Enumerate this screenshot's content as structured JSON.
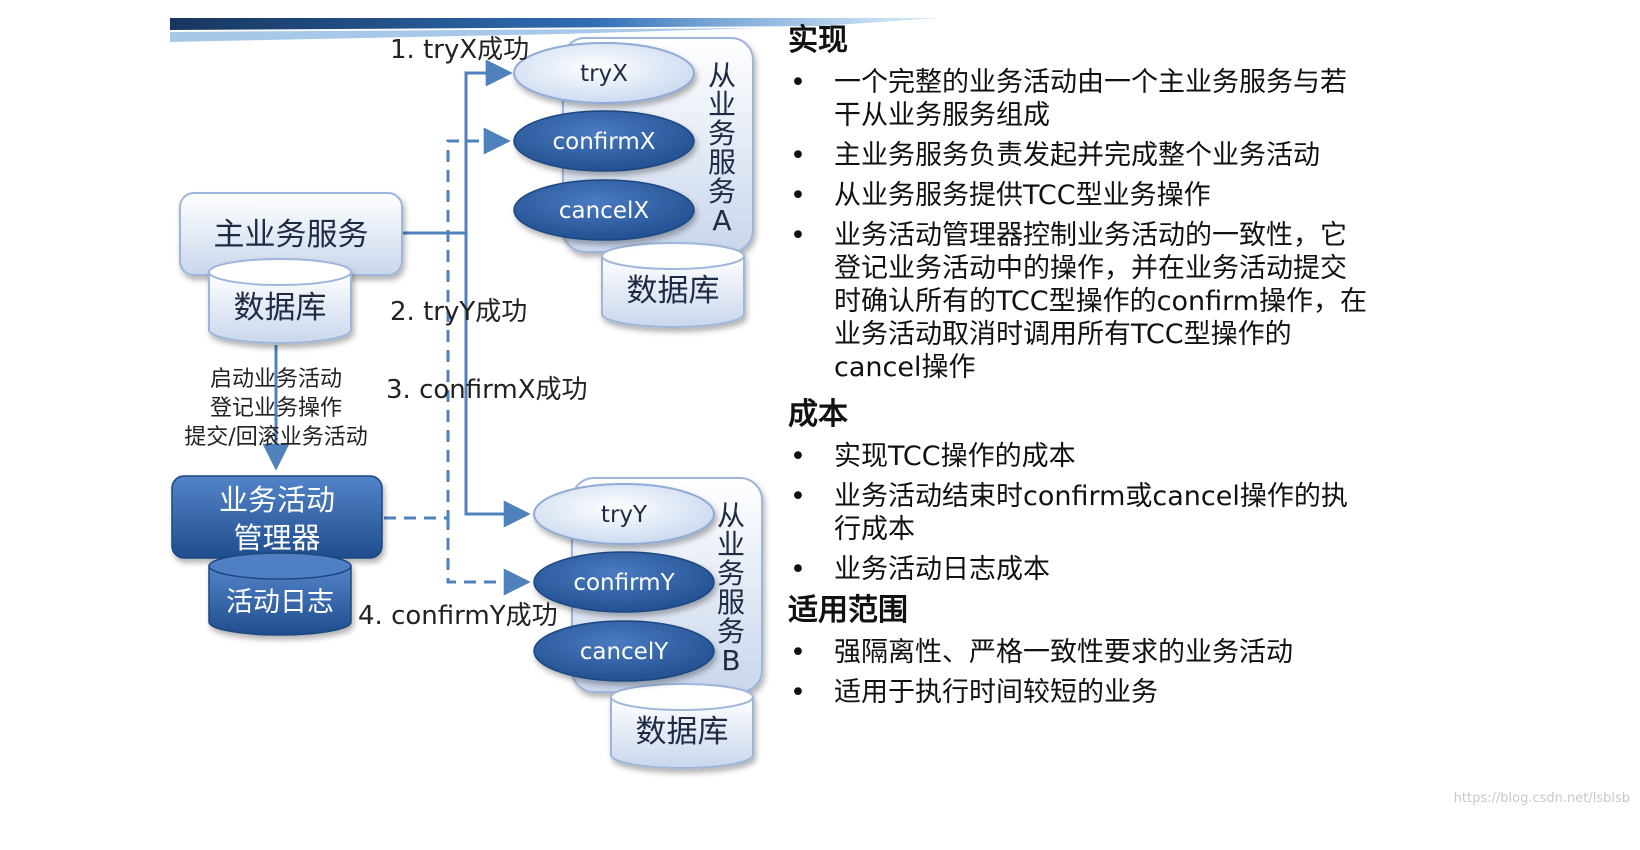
{
  "diagram": {
    "main_service": "主业务服务",
    "db_label": "数据库",
    "activity_log": "活动日志",
    "manager_line1": "业务活动",
    "manager_line2": "管理器",
    "manager_ops": [
      "启动业务活动",
      "登记业务操作",
      "提交/回滚业务活动"
    ],
    "sub_a": {
      "name": "从业务服务A",
      "ops": [
        "tryX",
        "confirmX",
        "cancelX"
      ]
    },
    "sub_b": {
      "name": "从业务服务B",
      "ops": [
        "tryY",
        "confirmY",
        "cancelY"
      ]
    },
    "steps": [
      "1. tryX成功",
      "2. tryY成功",
      "3. confirmX成功",
      "4. confirmY成功"
    ]
  },
  "notes": {
    "sections": [
      {
        "heading": "实现",
        "items": [
          [
            "一个完整的业务活动由一个主业务服务与若",
            "干从业务服务组成"
          ],
          [
            "主业务服务负责发起并完成整个业务活动"
          ],
          [
            "从业务服务提供TCC型业务操作"
          ],
          [
            "业务活动管理器控制业务活动的一致性，它",
            "登记业务活动中的操作，并在业务活动提交",
            "时确认所有的TCC型操作的confirm操作，在",
            "业务活动取消时调用所有TCC型操作的",
            "cancel操作"
          ]
        ]
      },
      {
        "heading": "成本",
        "items": [
          [
            "实现TCC操作的成本"
          ],
          [
            "业务活动结束时confirm或cancel操作的执",
            "行成本"
          ],
          [
            "业务活动日志成本"
          ]
        ]
      },
      {
        "heading": "适用范围",
        "items": [
          [
            "强隔离性、严格一致性要求的业务活动"
          ],
          [
            "适用于执行时间较短的业务"
          ]
        ]
      }
    ],
    "bullet": "•"
  },
  "watermark": "https://blog.csdn.net/lsblsb",
  "colors": {
    "arrow": "#4f81bd",
    "light_fill_top": "#ffffff",
    "light_fill_bottom": "#cdd9ee",
    "dark_fill_top": "#4f7fc4",
    "dark_fill_bottom": "#1f4e8f"
  }
}
